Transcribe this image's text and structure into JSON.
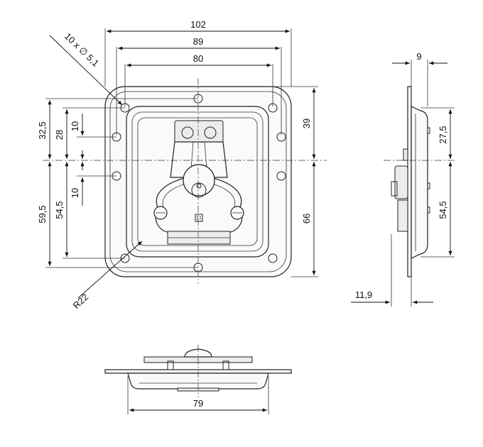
{
  "dimensions": {
    "top_width_outer": "102",
    "top_width_mid": "89",
    "top_width_inner": "80",
    "holes": "10 x ∅ 5,1",
    "left_32_5": "32,5",
    "left_28": "28",
    "left_10_top": "10",
    "left_10_bottom": "10",
    "left_59_5": "59,5",
    "left_54_5": "54,5",
    "radius": "R22",
    "right_39": "39",
    "right_66": "66",
    "side_9": "9",
    "side_27_5": "27,5",
    "side_54_5": "54,5",
    "side_11_9": "11,9",
    "bottom_79": "79"
  },
  "colors": {
    "line": "#222222",
    "fill": "#fafafa",
    "shade": "#ececec"
  }
}
